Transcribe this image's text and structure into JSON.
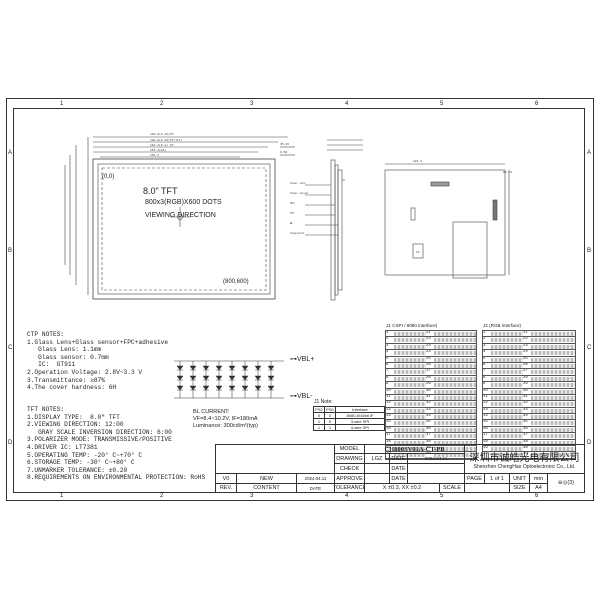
{
  "zones": {
    "cols": [
      "1",
      "2",
      "3",
      "4",
      "5",
      "6"
    ],
    "rows": [
      "A",
      "B",
      "C",
      "D"
    ]
  },
  "display": {
    "size": "8.0\" TFT",
    "resolution": "800x3(RGB)X600 DOTS",
    "viewing": "VIEWING DIRECTION",
    "origin": "(0,0)",
    "corner": "(800,600)"
  },
  "ctp_notes": "CTP NOTES:\n1.Glass Lens+Glass sensor+FPC+adhesive\n   Glass Lens: 1.1mm\n   Glass sensor: 0.7mm\n   IC:  GT911\n2.Operation Voltage: 2.8V~3.3 V\n3.Transmittance: ≥87%\n4.The cover hardness: 6H",
  "tft_notes": "TFT NOTES:\n1.DISPLAY TYPE:  8.0\" TFT\n2.VIEWING DIRECTION: 12:00\n   GRAY SCALE INVERSION DIRECTION: 6:00\n3.POLARIZER MODE: TRANSMISSIVE/POSITIVE\n4.DRIVER IC: LT7381\n5.OPERATING TEMP: -20° C~+70° C\n6.STORAGE TEMP: -30° C~+80° C\n7.UNMARKER TOLERANCE: ±0.20\n8.REQUIREMENTS ON ENVIRONMENTAL PROTECTION: RoHS",
  "backlight": {
    "vbl_plus": "VBL+",
    "vbl_minus": "VBL-",
    "current_title": "BL CURRENT:",
    "current_spec": "VF=8.4~10.2V, IF=180mA",
    "luminance": "Luminance: 300cd/m²(typ)"
  },
  "j1_note": {
    "title": "J1 Note:",
    "headers": [
      "PS2",
      "PS0",
      "Interface"
    ],
    "rows": [
      [
        "0",
        "0",
        "8080-8/16bit IF"
      ],
      [
        "1",
        "0",
        "3-wire SPI"
      ],
      [
        "1",
        "1",
        "4-wire SPI"
      ]
    ]
  },
  "j1_title": "J1  CSPI / 8080 interface)",
  "j2_title": "J2  (RGB interface)",
  "title_block": {
    "model_label": "MODEL",
    "model": "CH800SV01A-CT-PB",
    "drawing_label": "DRAWING",
    "drawing_by": "LGZ",
    "date_label": "DATE",
    "drawing_date": "2024.04.11",
    "check_label": "CHECK",
    "approve_label": "APPROVE",
    "rev_label": "REV.",
    "content_label": "CONTENT",
    "rev": "V0",
    "rev_content": "NEW",
    "rev_date": "2024.04.11",
    "tolerance_label": "TOLERANCE",
    "tolerance": "X ±0.3,  XX ±0.2",
    "page_label": "PAGE",
    "page": "1 of 1",
    "unit_label": "UNIT",
    "unit": "mm",
    "scale_label": "SCALE",
    "size_label": "SIZE",
    "size": "A4",
    "company_cn": "深圳市诚皓光电有限公司",
    "company_en": "Shenzhen ChengHao Optoelectronic Co., Ltd.",
    "projection": "(3)"
  }
}
